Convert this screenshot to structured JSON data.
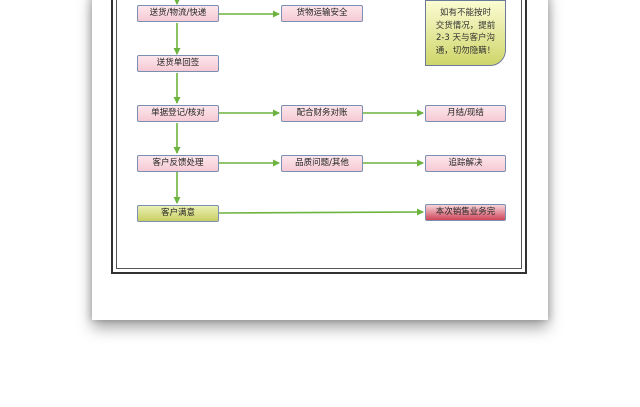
{
  "nodes": {
    "delivery": "送货/物流/快递",
    "transport_safety": "货物运输安全",
    "receipt_sign": "送货单回签",
    "doc_register": "单据登记/核对",
    "finance_reconcile": "配合财务对账",
    "settlement": "月结/现结",
    "feedback": "客户反馈处理",
    "quality_issue": "品质问题/其他",
    "follow_up": "追踪解决",
    "satisfied": "客户满意",
    "complete": "本次销售业务完"
  },
  "note": {
    "lines": [
      "如有不能按时",
      "交货情况，提前",
      "2-3 天与客户沟",
      "通，切勿隐瞒！"
    ]
  },
  "colors": {
    "arrow": "#6db33f",
    "box_border": "#7a8fb2"
  }
}
